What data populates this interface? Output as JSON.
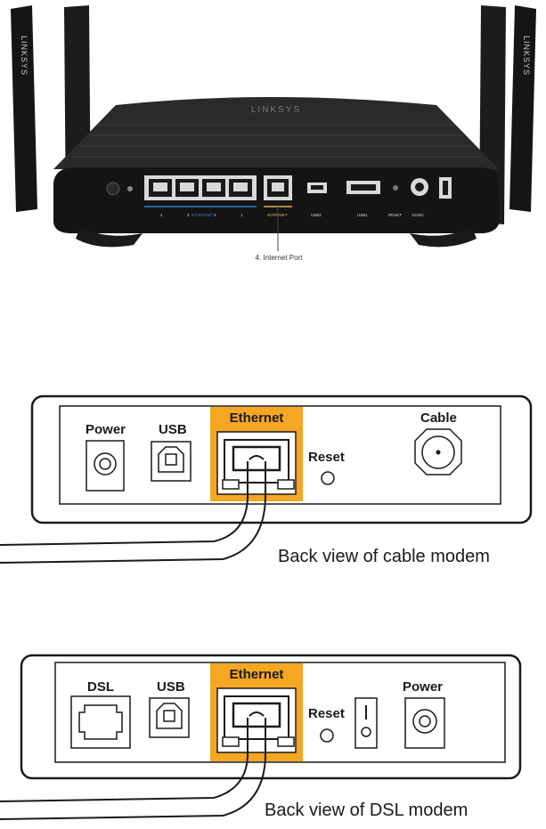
{
  "router": {
    "brand": "LINKSYS",
    "port_labels": [
      "4",
      "3",
      "ETHERNET",
      "2",
      "1",
      "INTERNET",
      "USB2",
      "USB1",
      "RESET",
      "12VDC"
    ],
    "callout": "4. Internet Port",
    "colors": {
      "body": "#161616",
      "accent_blue": "#3a7bd5",
      "accent_yellow": "#e0b24a"
    }
  },
  "cable_modem": {
    "labels": {
      "power": "Power",
      "usb": "USB",
      "ethernet": "Ethernet",
      "reset": "Reset",
      "cable": "Cable"
    },
    "caption": "Back view of cable modem",
    "highlight_color": "#f5a623"
  },
  "dsl_modem": {
    "labels": {
      "dsl": "DSL",
      "usb": "USB",
      "ethernet": "Ethernet",
      "reset": "Reset",
      "power": "Power"
    },
    "caption": "Back view of DSL modem",
    "highlight_color": "#f5a623"
  }
}
